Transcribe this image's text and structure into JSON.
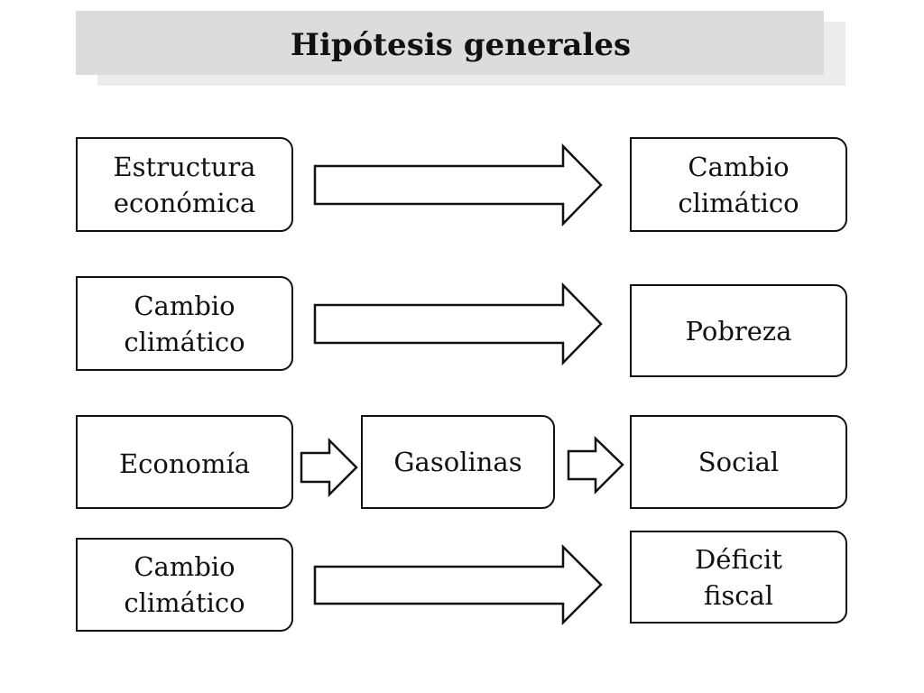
{
  "title": "Hipótesis generales",
  "rows": [
    {
      "from": "Estructura\neconómica",
      "to": "Cambio\nclimático"
    },
    {
      "from": "Cambio\nclimático",
      "to": "Pobreza"
    },
    {
      "from": "Economía",
      "via": "Gasolinas",
      "to": "Social"
    },
    {
      "from": "Cambio\nclimático",
      "to": "Déficit\nfiscal"
    }
  ]
}
